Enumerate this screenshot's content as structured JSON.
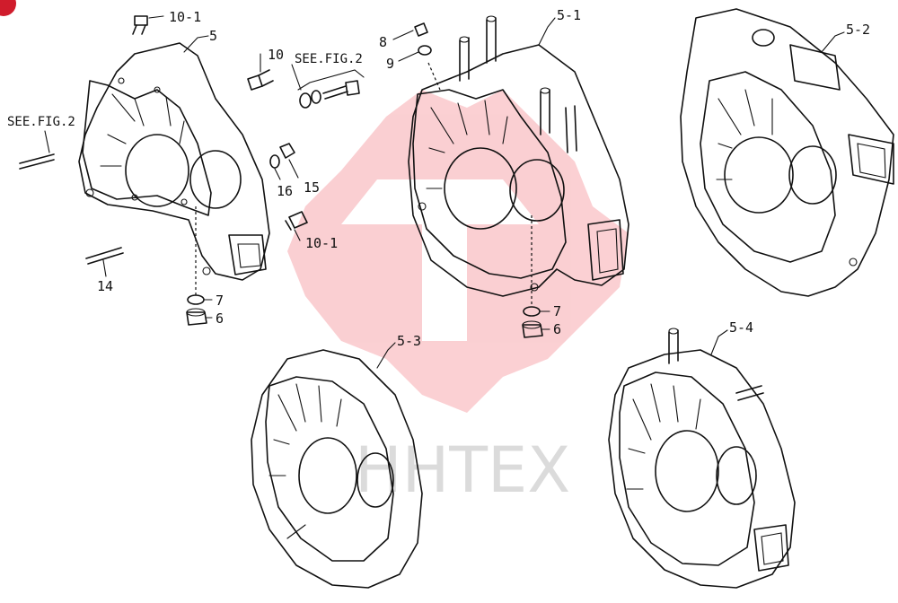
{
  "watermark": {
    "text": "HHTEX",
    "color": "#e0303a"
  },
  "callouts": [
    {
      "id": "c-10-1-top",
      "text": "10-1"
    },
    {
      "id": "c-5",
      "text": "5"
    },
    {
      "id": "c-10",
      "text": "10"
    },
    {
      "id": "c-seefig2-a",
      "text": "SEE.FIG.2"
    },
    {
      "id": "c-seefig2-b",
      "text": "SEE.FIG.2"
    },
    {
      "id": "c-16",
      "text": "16"
    },
    {
      "id": "c-15",
      "text": "15"
    },
    {
      "id": "c-10-1-mid",
      "text": "10-1"
    },
    {
      "id": "c-14",
      "text": "14"
    },
    {
      "id": "c-7-left",
      "text": "7"
    },
    {
      "id": "c-6-left",
      "text": "6"
    },
    {
      "id": "c-8",
      "text": "8"
    },
    {
      "id": "c-9",
      "text": "9"
    },
    {
      "id": "c-5-1",
      "text": "5-1"
    },
    {
      "id": "c-7-mid",
      "text": "7"
    },
    {
      "id": "c-6-mid",
      "text": "6"
    },
    {
      "id": "c-5-2",
      "text": "5-2"
    },
    {
      "id": "c-5-3",
      "text": "5-3"
    },
    {
      "id": "c-5-4",
      "text": "5-4"
    }
  ]
}
